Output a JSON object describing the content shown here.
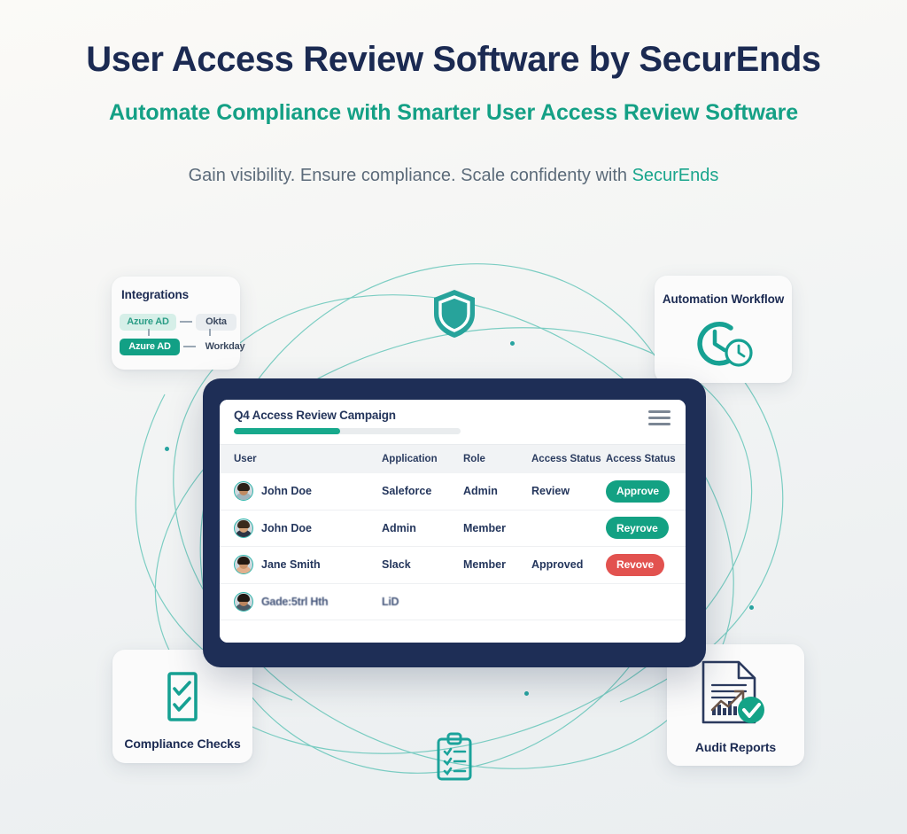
{
  "hero": {
    "title": "User Access Review Software by SecurEnds",
    "subtitle": "Automate Compliance with Smarter User Access Review Software",
    "tagline_prefix": "Gain visibility. Ensure compliance. Scale confidenty with ",
    "tagline_brand": "SecurEnds"
  },
  "colors": {
    "navy": "#1e2e56",
    "teal": "#13a183",
    "teal_light": "#2fb5ab",
    "red": "#e2524f",
    "muted_text": "#5c6b7a",
    "background": "#f2f4f4"
  },
  "cards": {
    "integrations": {
      "title": "Integrations",
      "rows": [
        {
          "left": "Azure AD",
          "right": "Okta"
        },
        {
          "left": "Azure AD",
          "right": "Workday"
        }
      ]
    },
    "automation": {
      "title": "Automation Workflow",
      "icon": "clock-icon"
    },
    "compliance": {
      "title": "Compliance Checks",
      "icon": "checklist-document-icon"
    },
    "audit": {
      "title": "Audit Reports",
      "icon": "report-check-icon"
    }
  },
  "loose_icons": {
    "shield": "shield-icon",
    "clipboard": "clipboard-checklist-icon"
  },
  "dashboard": {
    "campaign_title": "Q4 Access Review Campaign",
    "progress_percent": 47,
    "menu_icon": "hamburger-menu-icon",
    "columns": [
      "User",
      "Application",
      "Role",
      "Access Status",
      "Access Status"
    ],
    "rows": [
      {
        "user": "John Doe",
        "application": "Saleforce",
        "role": "Admin",
        "status": "Review",
        "action": "Approve",
        "action_type": "approve",
        "hair": "#2a2118",
        "skin": "#c08b63",
        "shirt": "#9fb4bd"
      },
      {
        "user": "John Doe",
        "application": "Admin",
        "role": "Member",
        "status": "",
        "action": "Reyrove",
        "action_type": "approve",
        "hair": "#3a2a1c",
        "skin": "#d3a178",
        "shirt": "#2d3444"
      },
      {
        "user": "Jane Smith",
        "application": "Slack",
        "role": "Member",
        "status": "Approved",
        "action": "Revove",
        "action_type": "revoke",
        "hair": "#241a12",
        "skin": "#c9946b",
        "shirt": "#e2b08d"
      },
      {
        "user": "Gade:5trl Hth",
        "application": "LiD",
        "role": "",
        "status": "",
        "action": "",
        "action_type": "none",
        "hair": "#1f1812",
        "skin": "#b9845e",
        "shirt": "#4b5a66"
      }
    ]
  }
}
